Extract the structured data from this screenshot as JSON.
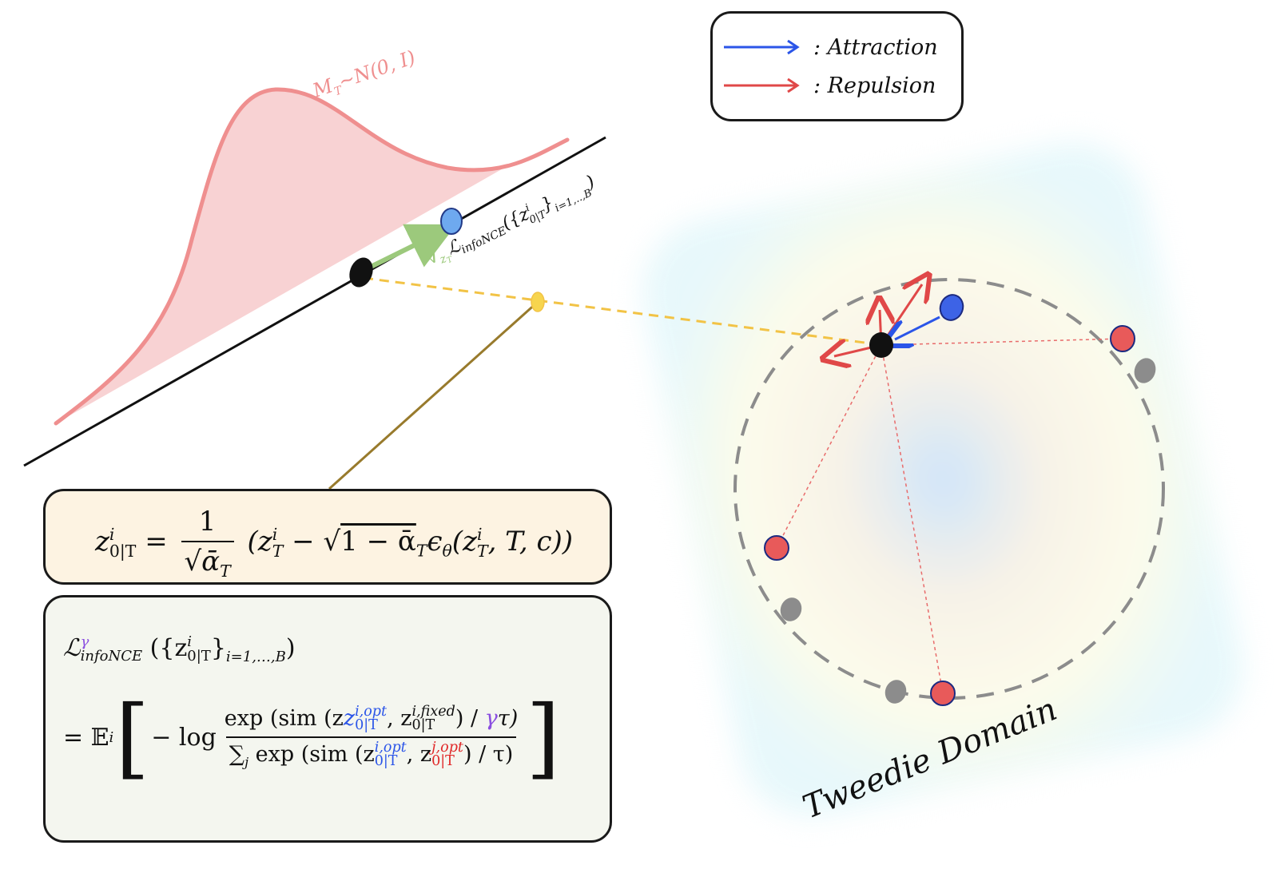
{
  "legend": {
    "attraction_label": ": Attraction",
    "repulsion_label": ": Repulsion",
    "attraction_color": "#2b55e8",
    "repulsion_color": "#e04848"
  },
  "prior": {
    "label": "M",
    "label_sub": "T",
    "label_rest": "~N(0, I)",
    "color": "#ef8f8f",
    "fill": "#f8d2d3"
  },
  "gradient": {
    "nabla": "∇",
    "nabla_sub": "z",
    "nabla_subsub": "T",
    "loss": "ℒ",
    "loss_sub": "infoNCE",
    "loss_arg": "({z",
    "loss_arg_sup": "i",
    "loss_arg_sub": "0|T",
    "loss_arg_close": "}",
    "loss_arg_range": "i=1,..,B",
    "loss_arg_end": ")",
    "color": "#9cc97c"
  },
  "domain_label": "Tweedie Domain",
  "equation1": {
    "lhs": "z",
    "lhs_sup": "i",
    "lhs_sub": "0|T",
    "equals": "=",
    "numerator": "1",
    "denominator": "√ᾱ",
    "denominator_sub": "T",
    "body_open": "(z",
    "body_sup": "i",
    "body_sub": "T",
    "minus": " − √",
    "sqrt_body": "1 − ᾱ",
    "sqrt_sub": "T",
    "eps": "ϵ",
    "eps_sub": "θ",
    "eps_args": "(z",
    "eps_args_sup": "i",
    "eps_args_sub": "T",
    "eps_args_rest": ", T, c))"
  },
  "equation2": {
    "loss": "ℒ",
    "loss_sup": "γ",
    "loss_sub": "infoNCE",
    "arg_open": "({z",
    "arg_sup": "i",
    "arg_sub": "0|T",
    "arg_close": "}",
    "arg_range": "i=1,…,B",
    "arg_end": ")",
    "line2_start": "= 𝔼",
    "line2_sub": "i",
    "bracket_open": "[",
    "neg_log": "− log",
    "num_exp": "exp (sim (z",
    "num_z1_sup": "i,opt",
    "num_z1_sub": "0|T",
    "num_comma": ", z",
    "num_z2_sup": "i,fixed",
    "num_z2_sub": "0|T",
    "num_close": ") / ",
    "gamma": "γ",
    "tau_close": "τ)",
    "den_sum": "∑",
    "den_sum_sub": "j",
    "den_exp": " exp (sim (z",
    "den_z1_sup": "i,opt",
    "den_z1_sub": "0|T",
    "den_comma": ", z",
    "den_z2_sup": "j,opt",
    "den_z2_sub": "0|T",
    "den_close": ") / τ)",
    "bracket_close": "]"
  }
}
